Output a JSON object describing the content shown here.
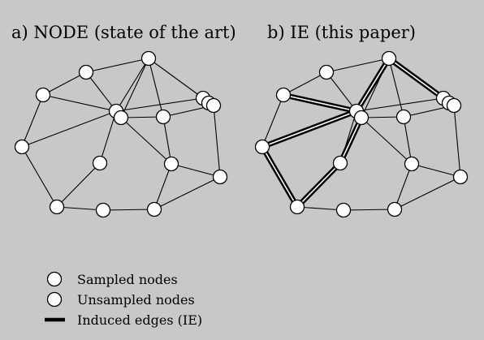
{
  "panel_a": {
    "title": "a) NODE (state of the art)"
  },
  "panel_b": {
    "title": "b) IE (this paper)"
  },
  "legend": {
    "sampled": "Sampled nodes",
    "unsampled": "Unsampled nodes",
    "induced": "Induced edges (IE)"
  },
  "colors": {
    "background": "#c8c8c8",
    "node_fill": "#ffffff",
    "edge": "#000000"
  }
}
